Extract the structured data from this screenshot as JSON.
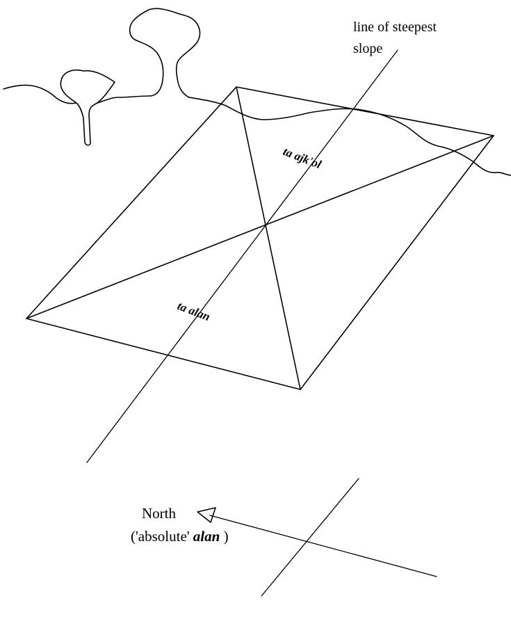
{
  "labels": {
    "steepest_slope_line1": "line of steepest",
    "steepest_slope_line2": "slope",
    "upper_term": "ta ajk'ol",
    "lower_term": "ta alan",
    "north": "North",
    "absolute_open": "('absolute' ",
    "absolute_term": "alan",
    "absolute_close": " )"
  },
  "colors": {
    "ink": "#000000",
    "background": "#ffffff"
  }
}
